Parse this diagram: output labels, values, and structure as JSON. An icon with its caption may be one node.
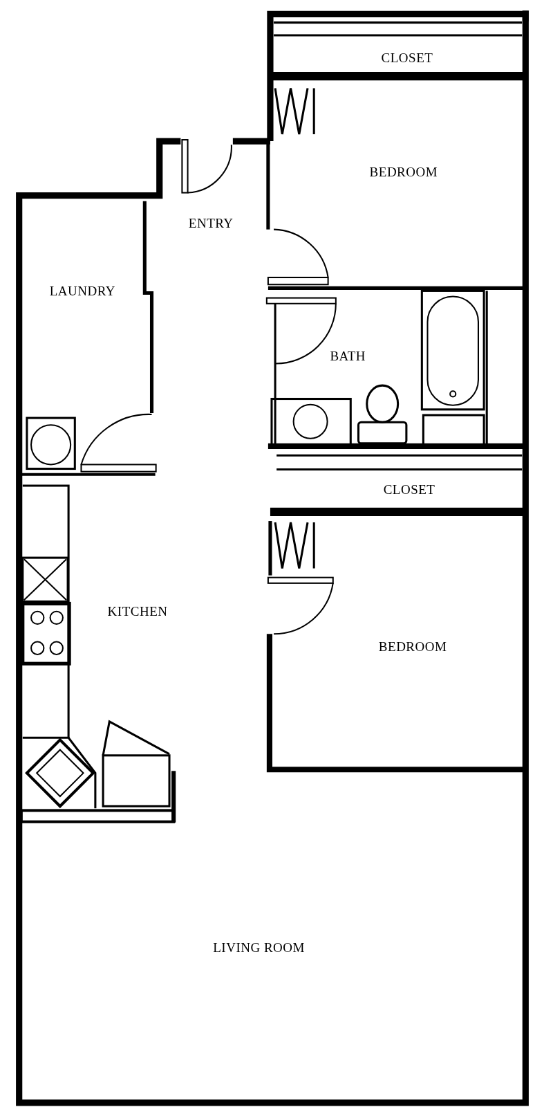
{
  "diagram": {
    "labels": [
      "CLOSET",
      "BEDROOM",
      "ENTRY",
      "LAUNDRY",
      "BATH",
      "CLOSET",
      "KITCHEN",
      "BEDROOM",
      "LIVING ROOM"
    ]
  }
}
